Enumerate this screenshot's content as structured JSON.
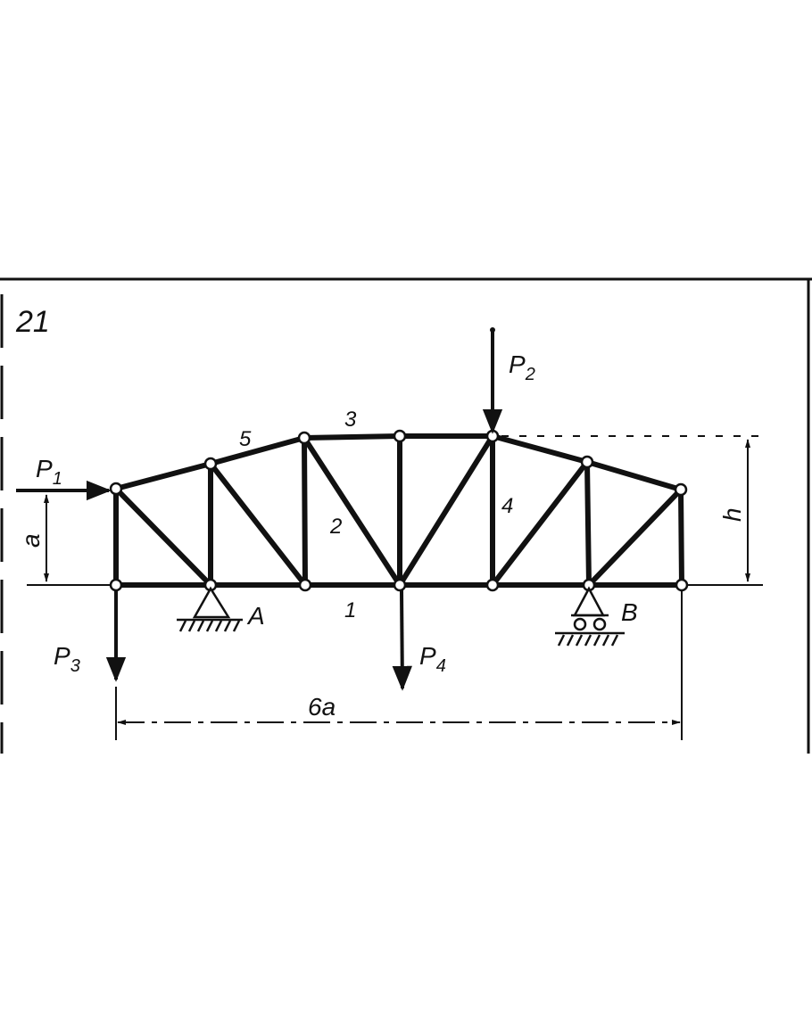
{
  "problem_number": "21",
  "forces": {
    "p1": {
      "letter": "P",
      "index": "1"
    },
    "p2": {
      "letter": "P",
      "index": "2"
    },
    "p3": {
      "letter": "P",
      "index": "3"
    },
    "p4": {
      "letter": "P",
      "index": "4"
    }
  },
  "supports": {
    "a": "A",
    "b": "B"
  },
  "members": {
    "m1": "1",
    "m2": "2",
    "m3": "3",
    "m4": "4",
    "m5": "5"
  },
  "dimensions": {
    "panel": "a",
    "height": "h",
    "span": "6a"
  }
}
